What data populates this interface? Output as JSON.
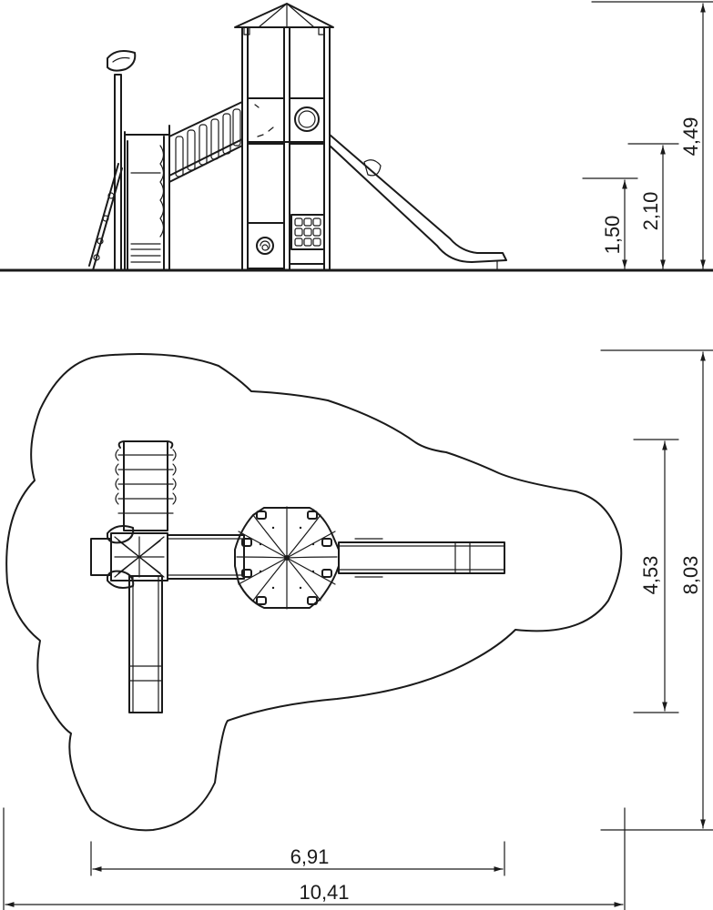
{
  "elevation": {
    "dimensions": {
      "total_height": "4,49",
      "platform_high": "2,10",
      "platform_low": "1,50"
    }
  },
  "plan": {
    "dimensions": {
      "equipment_width": "6,91",
      "area_width": "10,41",
      "equipment_depth": "4,53",
      "area_depth": "8,03"
    }
  }
}
